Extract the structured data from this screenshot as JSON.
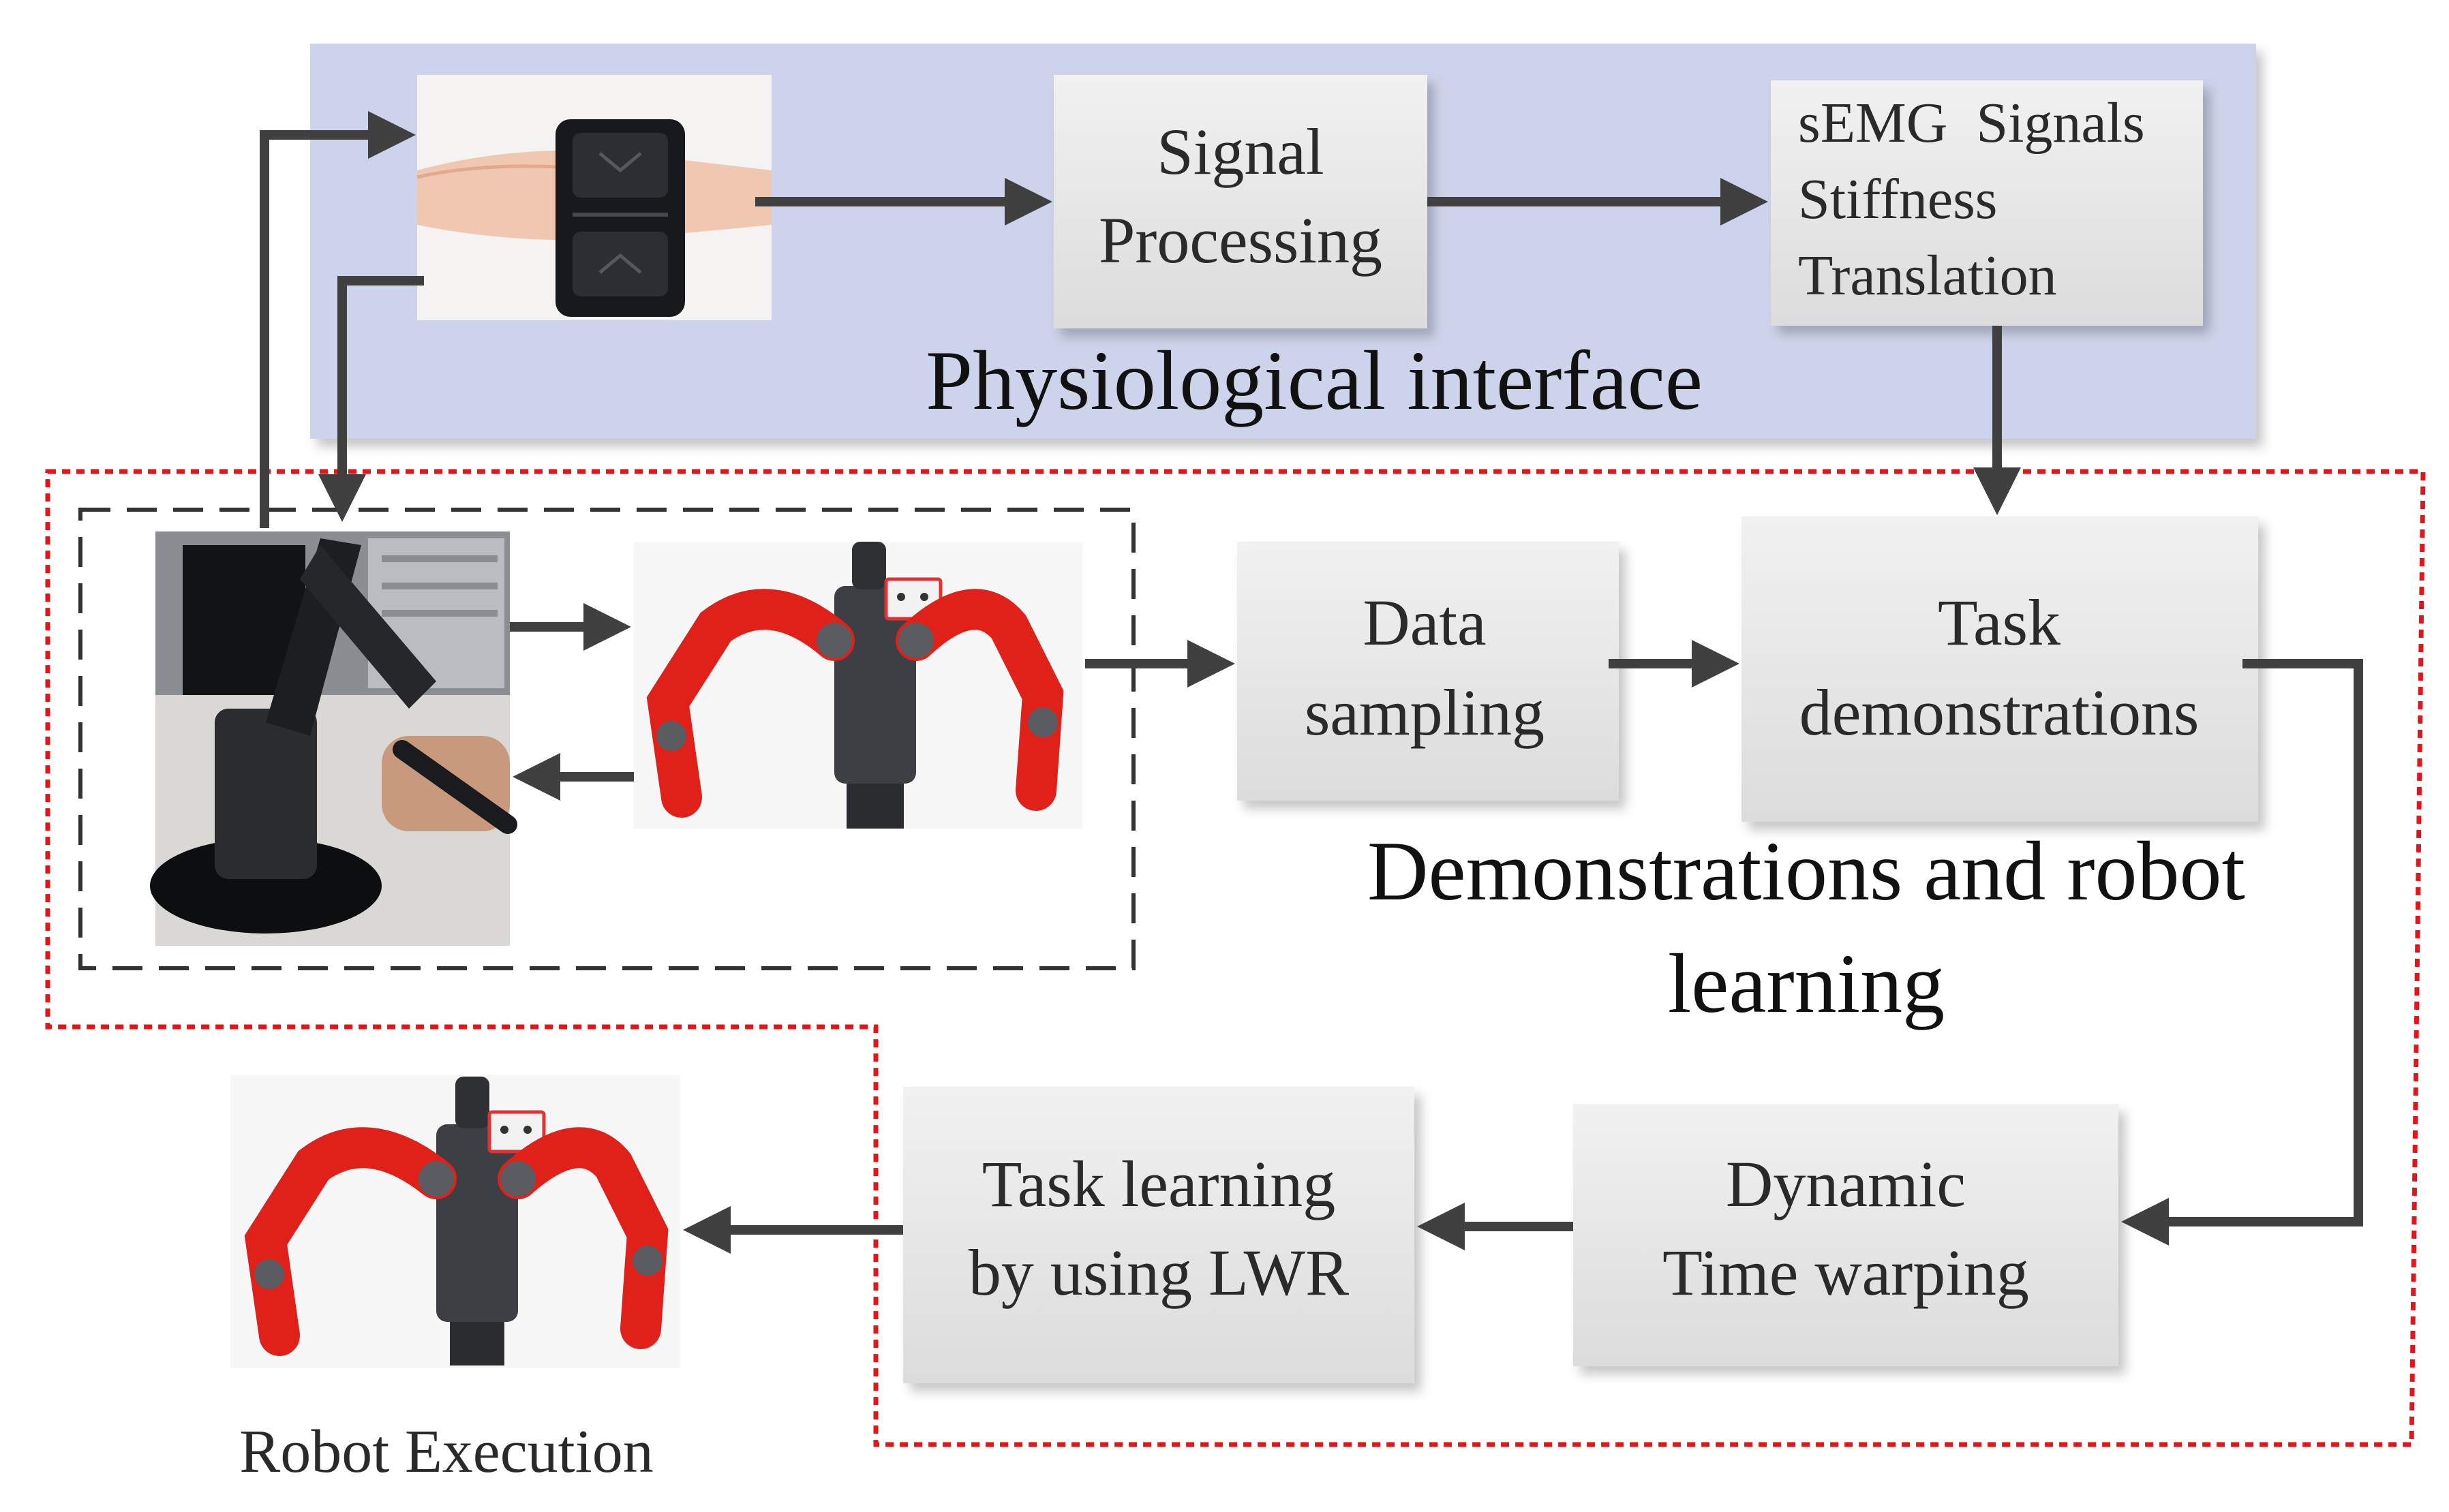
{
  "sections": {
    "physiological": {
      "title": "Physiological interface",
      "band_color": "#cdd3ea"
    },
    "learning": {
      "title_line1": "Demonstrations and robot",
      "title_line2": "learning",
      "border_color": "#e0161b"
    }
  },
  "nodes": {
    "signal_processing": {
      "line1": "Signal",
      "line2": "Processing"
    },
    "semg_outputs": {
      "line1": "sEMG  Signals",
      "line2": "Stiffness",
      "line3": "Translation"
    },
    "data_sampling": {
      "line1": "Data",
      "line2": "sampling"
    },
    "task_demonstrations": {
      "line1": "Task",
      "line2": "demonstrations"
    },
    "dtw": {
      "line1": "Dynamic",
      "line2": "Time warping"
    },
    "task_learning": {
      "line1": "Task learning",
      "line2": "by using LWR"
    }
  },
  "captions": {
    "robot_execution": "Robot Execution"
  },
  "colors": {
    "box_fill": "#e8e8e8",
    "arrow": "#404040",
    "robot_red": "#e0211a",
    "robot_dark": "#3d3f44"
  }
}
